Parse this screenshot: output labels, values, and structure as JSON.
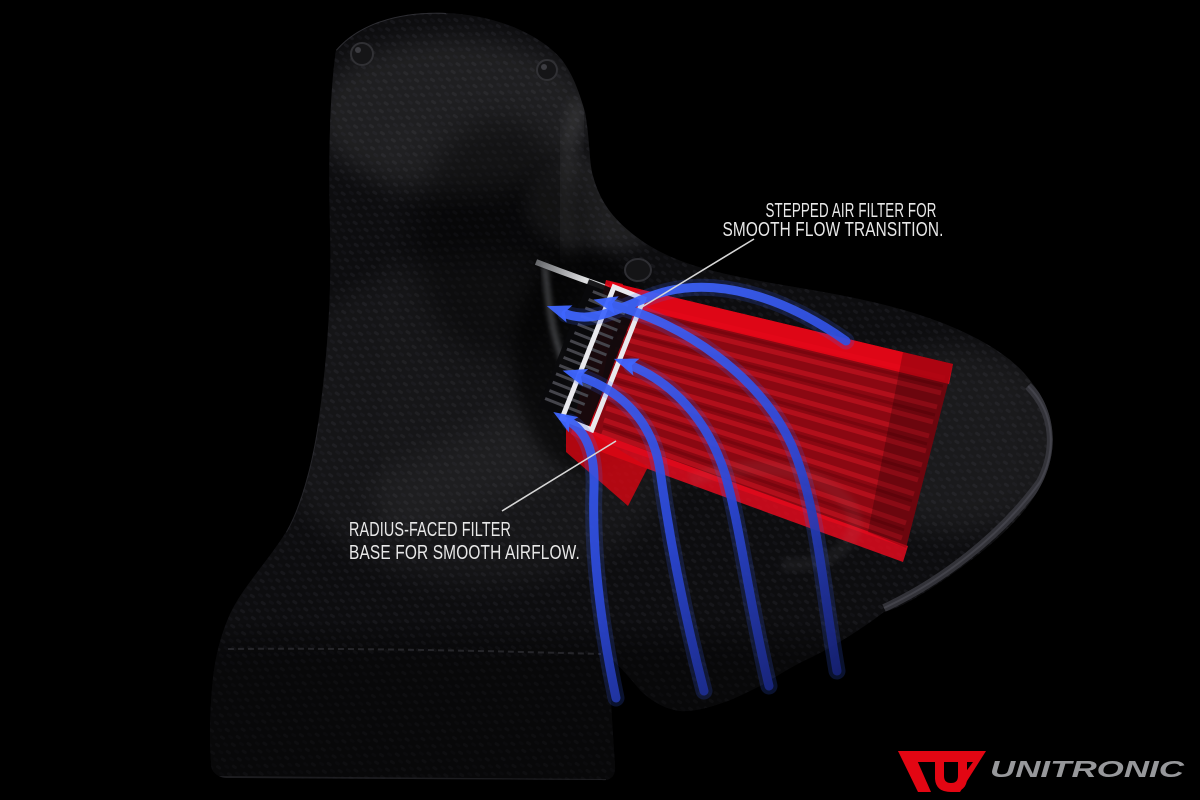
{
  "scene": {
    "description": "Carbon fiber cold air intake cutaway showing red air filter with airflow path",
    "background_color": "#000000"
  },
  "annotations": {
    "stepped_filter": {
      "line1": "STEPPED AIR FILTER FOR",
      "line2": "SMOOTH FLOW TRANSITION."
    },
    "radius_base": {
      "line1": "RADIUS-FACED FILTER",
      "line2": "BASE FOR SMOOTH AIRFLOW."
    }
  },
  "logo": {
    "brand": "UNITRONIC",
    "mark": "unitronic-uj-mark-icon",
    "mark_color": "#e30613",
    "text_color": "#97989b"
  },
  "colors": {
    "filter_red": "#e30613",
    "filter_red_bright": "#f00a1e",
    "pleat_dark": "#5c0a12",
    "pleat_ridge": "#97141f",
    "arrow_blue": "#3f66ff",
    "arrow_mid": "#2c49d8",
    "arrow_dark": "#18206e",
    "callout_white": "#d6d6d6",
    "annotation_white": "#e8e8e8",
    "carbon_body": "#0b0b0d",
    "carbon_weave": "#1f1f24",
    "stepped_window_white": "#e9e9ed",
    "chrome_lip": "#c6c9ce"
  }
}
